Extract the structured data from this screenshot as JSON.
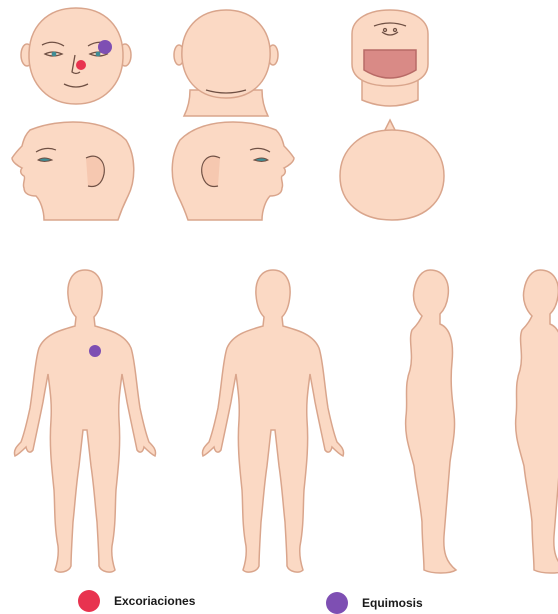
{
  "colors": {
    "skin": "#fbd9c4",
    "skin_stroke": "#d9a58c",
    "line": "#6f5044",
    "mouth_dark": "#d98a86",
    "eye": "#3f8d95"
  },
  "diagram": {
    "head_views": [
      "front",
      "back",
      "below",
      "left-profile",
      "right-profile",
      "top"
    ],
    "body_views": [
      "front",
      "back",
      "side-right",
      "side-left-cropped"
    ]
  },
  "marks": [
    {
      "type": "Excoriaciones",
      "location": "head-front-right-cheek"
    },
    {
      "type": "Equimosis",
      "location": "head-front-right-temple"
    },
    {
      "type": "Equimosis",
      "location": "body-front-chest"
    }
  ],
  "legend": [
    {
      "label": "Excoriaciones",
      "color": "#e8334f",
      "icon": "red-dot-icon"
    },
    {
      "label": "Equimosis",
      "color": "#7e4fb3",
      "icon": "purple-dot-icon"
    }
  ]
}
